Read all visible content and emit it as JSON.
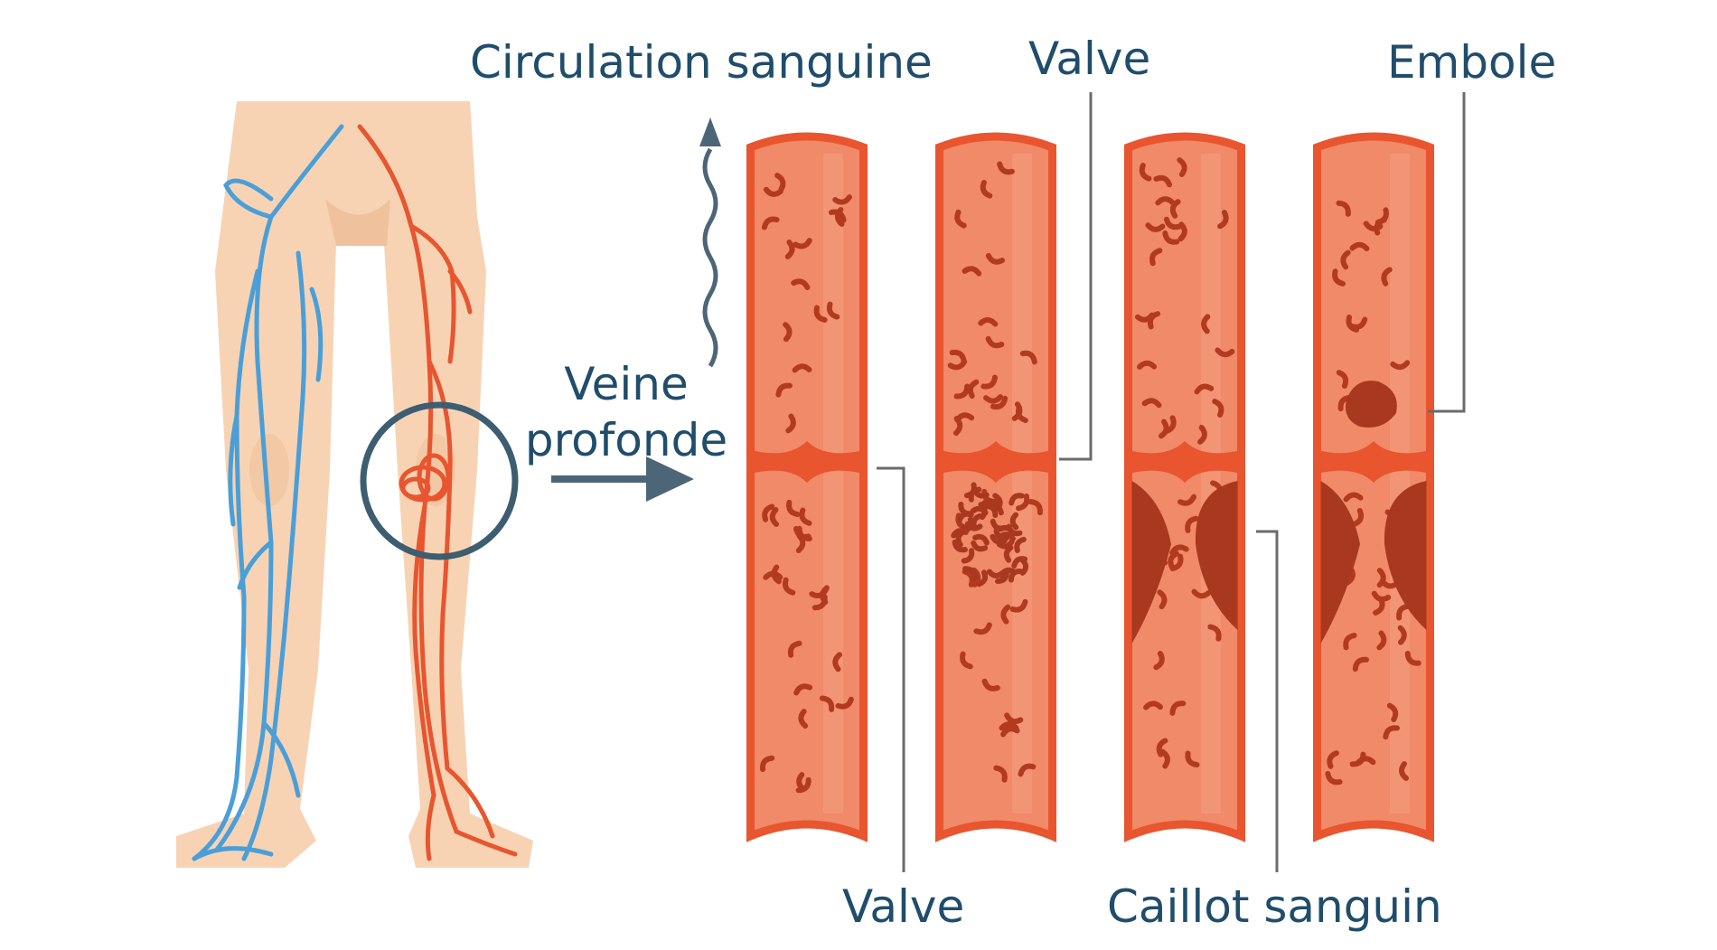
{
  "labels": {
    "circulation": "Circulation sanguine",
    "valve_top": "Valve",
    "embole": "Embole",
    "deep_vein_line1": "Veine",
    "deep_vein_line2": "profonde",
    "valve_bottom": "Valve",
    "caillot": "Caillot sanguin"
  },
  "icons": [
    "legs-illustration",
    "zoom-circle-icon",
    "right-arrow-icon",
    "upward-wavy-arrow-icon"
  ],
  "colors": {
    "text": "#1f4d6b",
    "skin": "#f7d3b4",
    "skin_shadow": "#efc29d",
    "vein_blue": "#4a9fd8",
    "artery_red": "#e8552f",
    "vessel_wall": "#e8552f",
    "vessel_fill": "#f08a68",
    "blood_cell": "#b23a1f",
    "clot": "#a8391e",
    "arrow": "#4d6677",
    "leader": "#6b6b6b"
  }
}
